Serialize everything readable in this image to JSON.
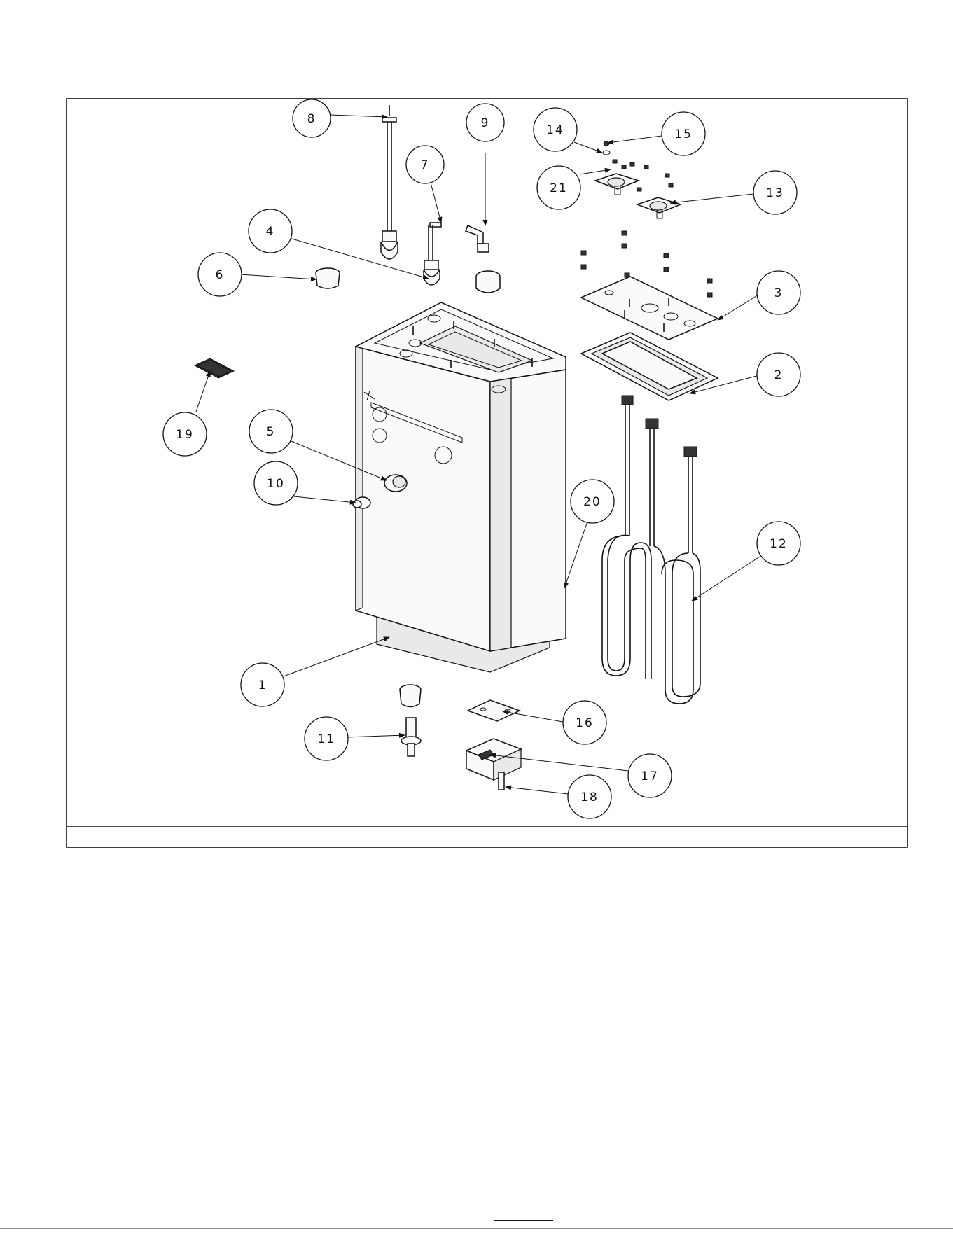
{
  "diagram": {
    "labels": {
      "b1": "1",
      "b2": "2",
      "b3": "3",
      "b4": "4",
      "b5": "5",
      "b6": "6",
      "b7": "7",
      "b8": "8",
      "b9": "9",
      "b10": "10",
      "b11": "11",
      "b12": "12",
      "b13": "13",
      "b14": "14",
      "b15": "15",
      "b16": "16",
      "b17": "17",
      "b18": "18",
      "b19": "19",
      "b20": "20",
      "b21": "21"
    }
  }
}
